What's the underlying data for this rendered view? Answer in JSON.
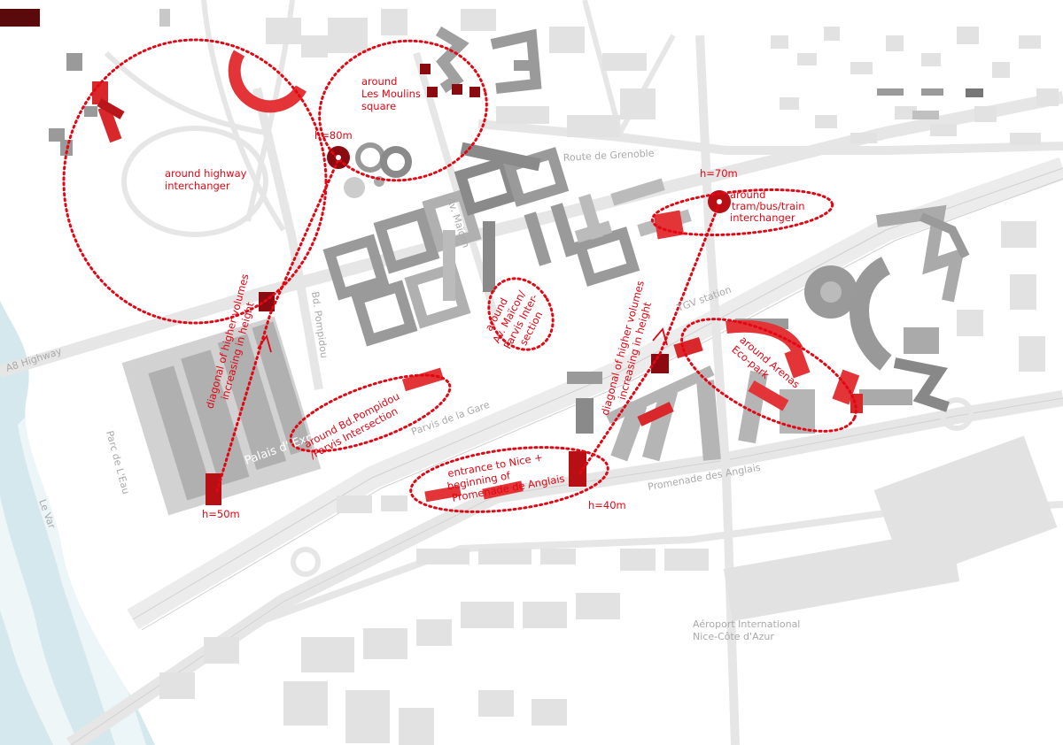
{
  "colors": {
    "background": "#ffffff",
    "water": "#d5e8ee",
    "building_light": "#e4e4e4",
    "building_mid": "#b5b5b5",
    "building_dark": "#8a8a8a",
    "road": "#e8e8e8",
    "accent_red": "#e30613",
    "dark_red": "#8b0a0f"
  },
  "place_labels": {
    "route_de_grenoble": "Route de Grenoble",
    "av_maicon": "Av. Maïcon",
    "bd_pompidou": "Bd. Pompidou",
    "tgv_station": "TGV station",
    "parvis_de_la_gare": "Parvis de la Gare",
    "palais_des_expos": "Palais d' Expos",
    "a8_highway": "A8 Highway",
    "parc_de_leau": "Parc de L'Eau",
    "le_var": "Le Var",
    "promenade_des_anglais": "Promenade des Anglais",
    "airport_line1": "Aéroport International",
    "airport_line2": "Nice-Côte d'Azur"
  },
  "zones": {
    "highway": {
      "line1": "around highway",
      "line2": "interchanger"
    },
    "moulins": {
      "line1": "around",
      "line2": "Les Moulins",
      "line3": "square"
    },
    "tram": {
      "line1": "around",
      "line2": "tram/bus/train",
      "line3": "interchanger"
    },
    "maicon": {
      "line1": "around",
      "line2": "Av. Maïcon/",
      "line3": "Parvis Inter-",
      "line4": "section"
    },
    "pompidou": {
      "line1": "around Bd.Pompidou",
      "line2": "/Parvis Intersection"
    },
    "arenas": {
      "line1": "around  Arenas",
      "line2": "Eco-park"
    },
    "entrance": {
      "line1": "entrance to Nice +",
      "line2": "beginning of",
      "line3": "Promenade de Anglais"
    }
  },
  "heights": {
    "h80": "h=80m",
    "h70": "h=70m",
    "h50": "h=50m",
    "h40": "h=40m"
  },
  "diagonals": {
    "west": {
      "line1": "diagonal of higher volumes",
      "line2": "increasing in height"
    },
    "east": {
      "line1": "diagonal of higher volumes",
      "line2": "increasing in height"
    }
  }
}
